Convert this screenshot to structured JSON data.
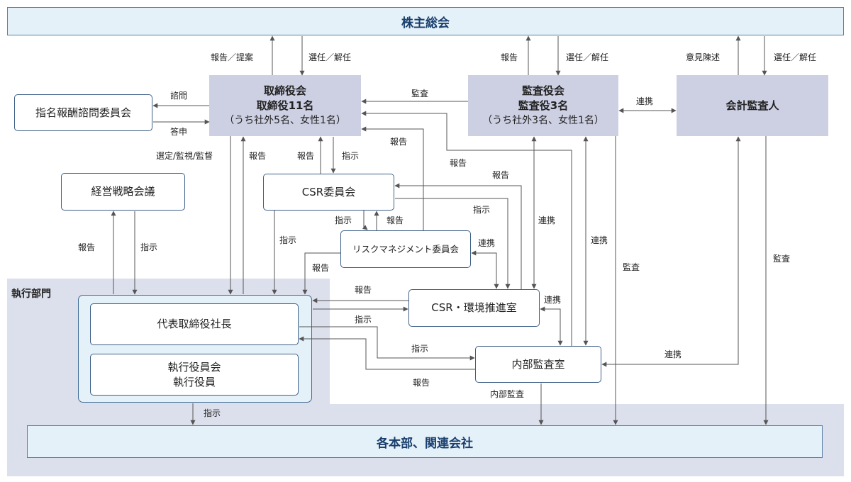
{
  "nodes": {
    "shareholders": "株主総会",
    "board": {
      "title": "取締役会",
      "members": "取締役11名",
      "detail": "（うち社外5名、女性1名）"
    },
    "audit_board": {
      "title": "監査役会",
      "members": "監査役3名",
      "detail": "（うち社外3名、女性1名）"
    },
    "accounting_auditor": "会計監査人",
    "nomination_committee": "指名報酬諮問委員会",
    "strategy_meeting": "経営戦略会議",
    "csr_committee": "CSR委員会",
    "risk_committee": "リスクマネジメント委員会",
    "csr_office": "CSR・環境推進室",
    "internal_audit": "内部監査室",
    "execution_section": "執行部門",
    "president": "代表取締役社長",
    "exec_officers": {
      "line1": "執行役員会",
      "line2": "執行役員"
    },
    "departments": "各本部、関連会社"
  },
  "labels": {
    "report_proposal": "報告／提案",
    "elect_dismiss_1": "選任／解任",
    "report_1": "報告",
    "elect_dismiss_2": "選任／解任",
    "opinion": "意見陳述",
    "elect_dismiss_3": "選任／解任",
    "consult": "諮問",
    "answer": "答申",
    "audit_1": "監査",
    "cooperate_1": "連携",
    "report_2": "報告",
    "report_3": "報告",
    "report_4": "報告",
    "appoint_supervise": "選定/監視/監督",
    "report_5": "報告",
    "report_6": "報告",
    "instruct_1": "指示",
    "instruct_2": "指示",
    "instruct_3": "指示",
    "report_7": "報告",
    "instruct_4": "指示",
    "cooperate_2": "連携",
    "cooperate_3": "連携",
    "report_8": "報告",
    "instruct_5": "指示",
    "audit_2": "監査",
    "audit_3": "監査",
    "report_9": "報告",
    "report_10": "報告",
    "cooperate_4": "連携",
    "instruct_6": "指示",
    "instruct_7": "指示",
    "report_11": "報告",
    "internal_audit_label": "内部監査",
    "cooperate_5": "連携",
    "instruct_8": "指示"
  },
  "colors": {
    "line": "#555555",
    "border": "#3d5f86",
    "gray_box": "#cdd0e3",
    "light_blue": "#e4f1f8",
    "exec_region": "#dcdfec"
  }
}
